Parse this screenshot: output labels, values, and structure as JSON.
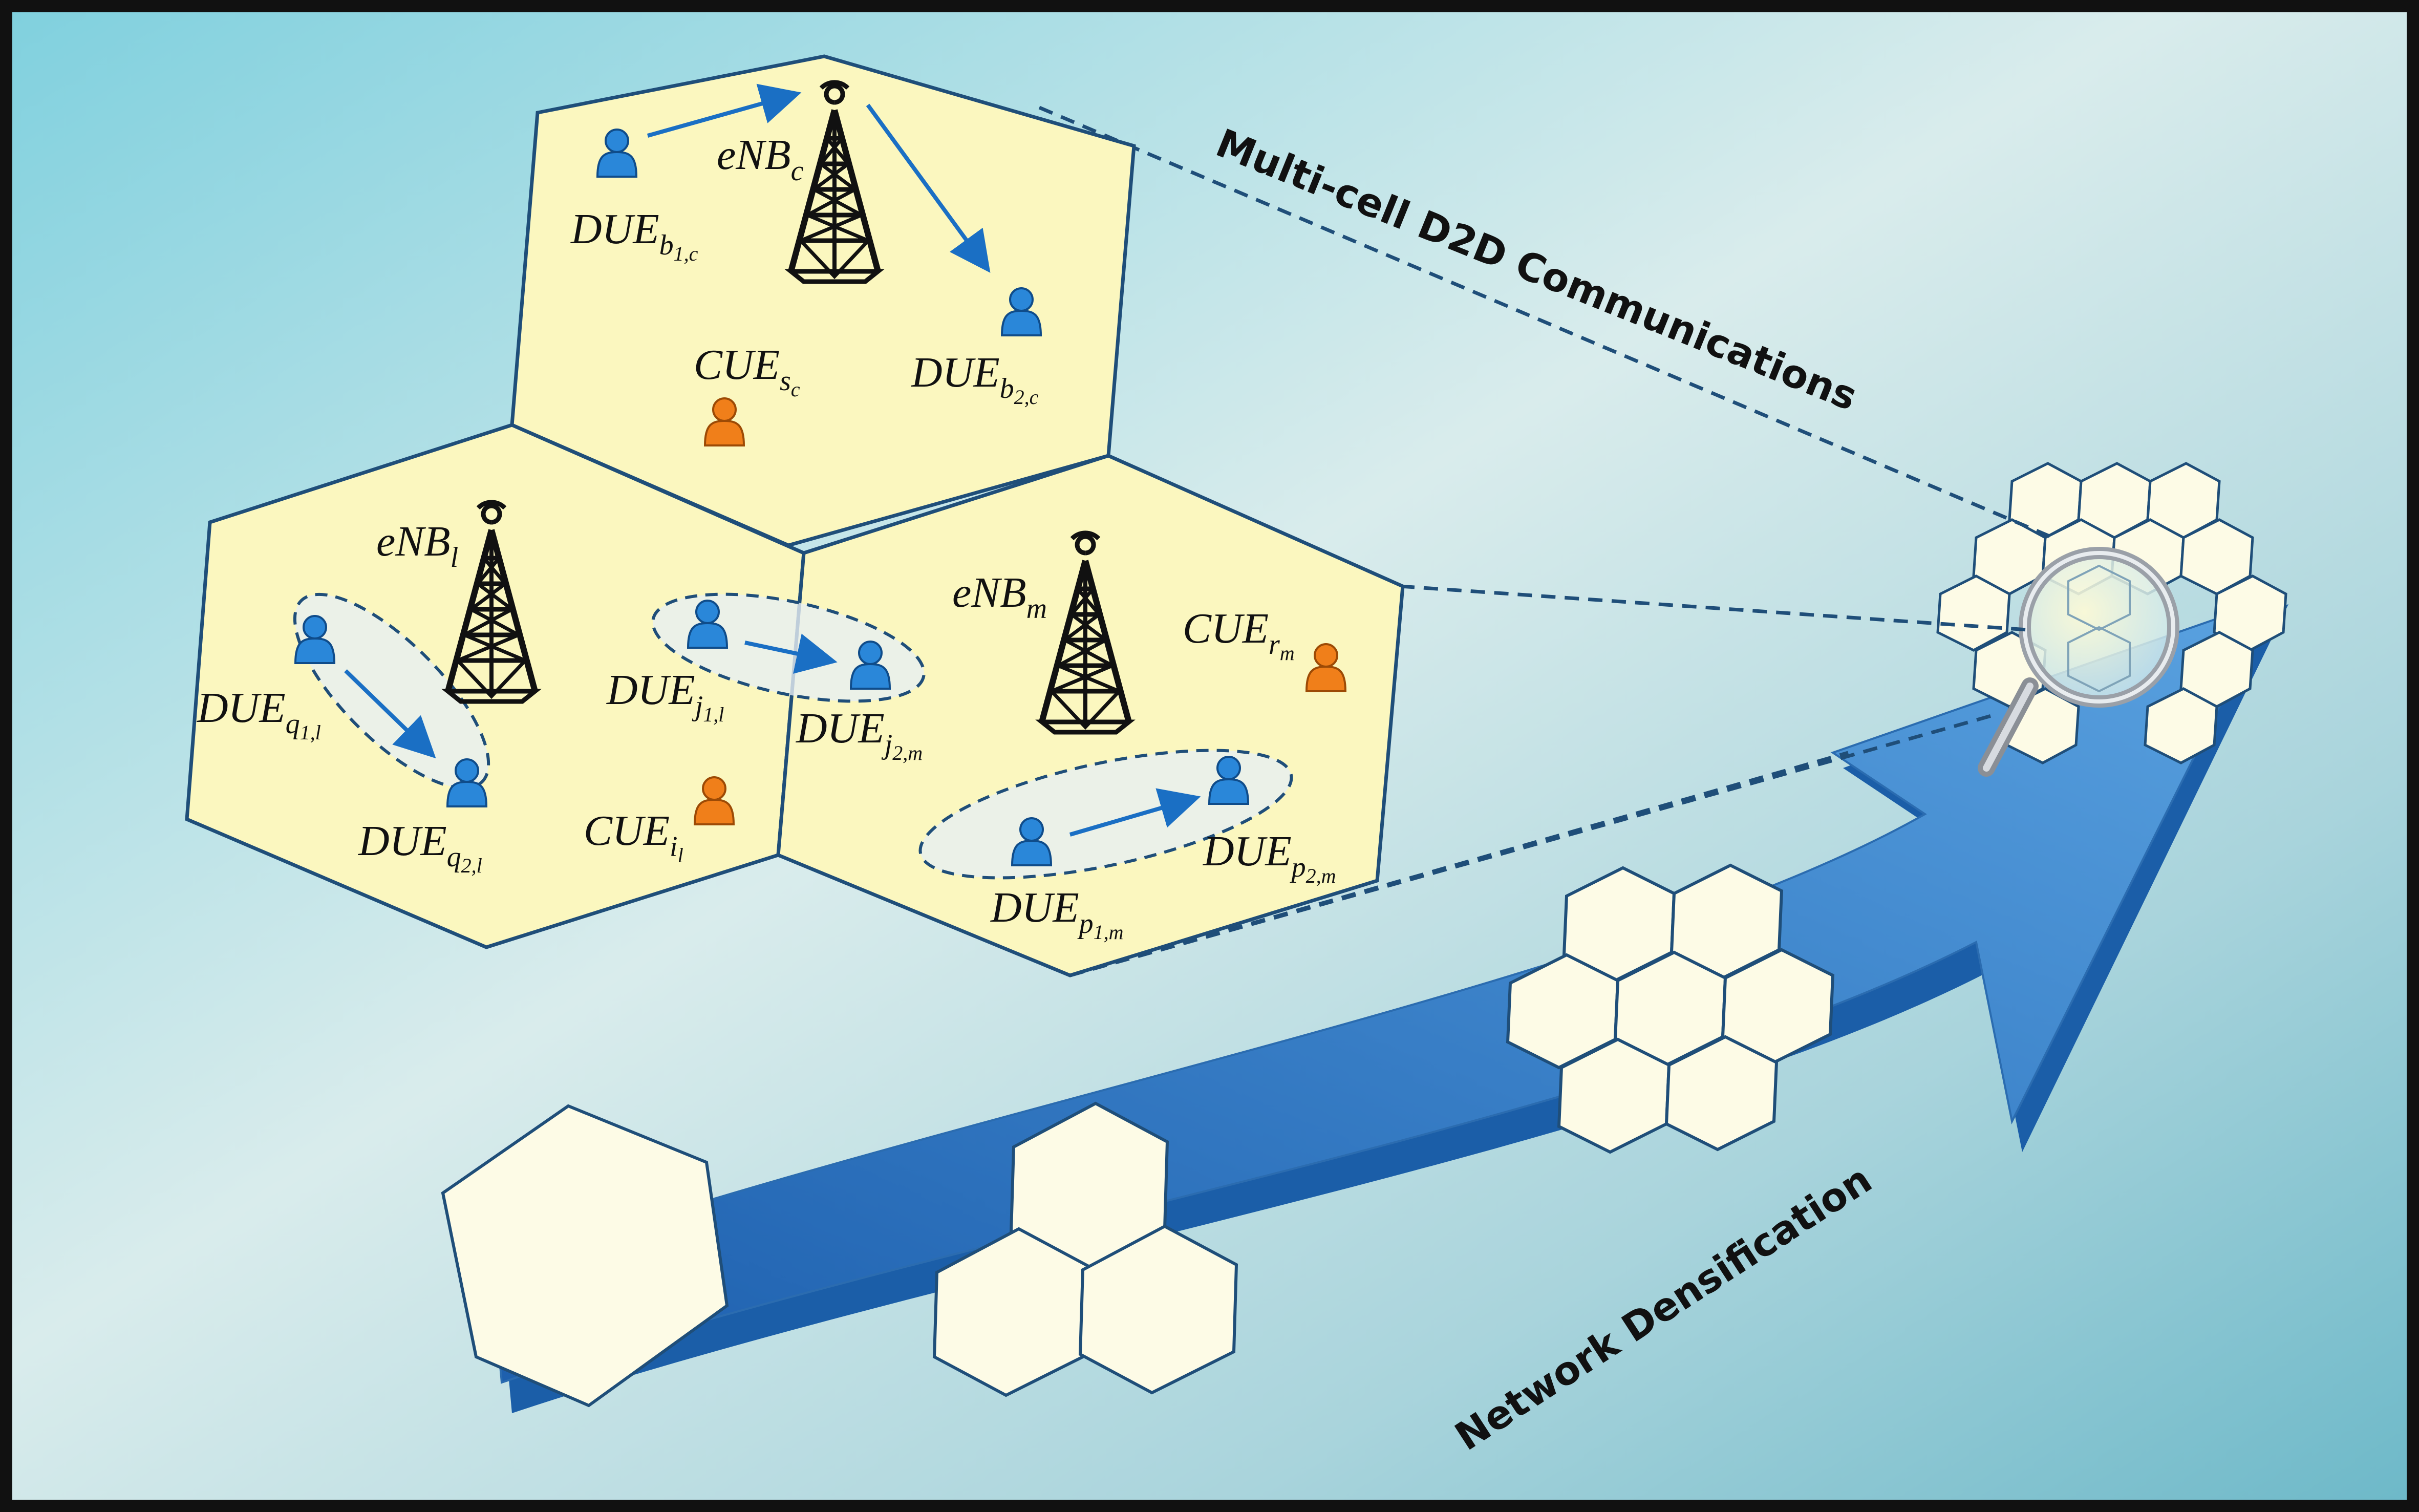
{
  "title_text": "Multi-cell D2D Communications",
  "arrow_text": "Network Densification",
  "colors": {
    "cell_fill": "#fbf7bf",
    "small_cell_fill": "#fdfbe6",
    "arrow_blue": "#3a7ec4",
    "user_blue": "#2a87d9",
    "user_orange": "#f07f1a",
    "dashed_line": "#1f4e79"
  },
  "cells": {
    "c": {
      "enb": {
        "base": "eNB",
        "sub": "c"
      },
      "due1": {
        "base": "DUE",
        "sub": "b",
        "subsub": "1,c"
      },
      "due2": {
        "base": "DUE",
        "sub": "b",
        "subsub": "2,c"
      },
      "cue": {
        "base": "CUE",
        "sub": "s",
        "subsub": "c"
      }
    },
    "l": {
      "enb": {
        "base": "eNB",
        "sub": "l"
      },
      "dueq1": {
        "base": "DUE",
        "sub": "q",
        "subsub": "1,l"
      },
      "dueq2": {
        "base": "DUE",
        "sub": "q",
        "subsub": "2,l"
      },
      "duej1": {
        "base": "DUE",
        "sub": "j",
        "subsub": "1,l"
      },
      "cue": {
        "base": "CUE",
        "sub": "i",
        "subsub": "l"
      }
    },
    "m": {
      "enb": {
        "base": "eNB",
        "sub": "m"
      },
      "duej2": {
        "base": "DUE",
        "sub": "j",
        "subsub": "2,m"
      },
      "duep1": {
        "base": "DUE",
        "sub": "p",
        "subsub": "1,m"
      },
      "duep2": {
        "base": "DUE",
        "sub": "p",
        "subsub": "2,m"
      },
      "cue": {
        "base": "CUE",
        "sub": "r",
        "subsub": "m"
      }
    }
  },
  "icons": {
    "tower": "cell-tower-icon",
    "user": "user-icon",
    "magnifier": "magnifier-icon"
  }
}
